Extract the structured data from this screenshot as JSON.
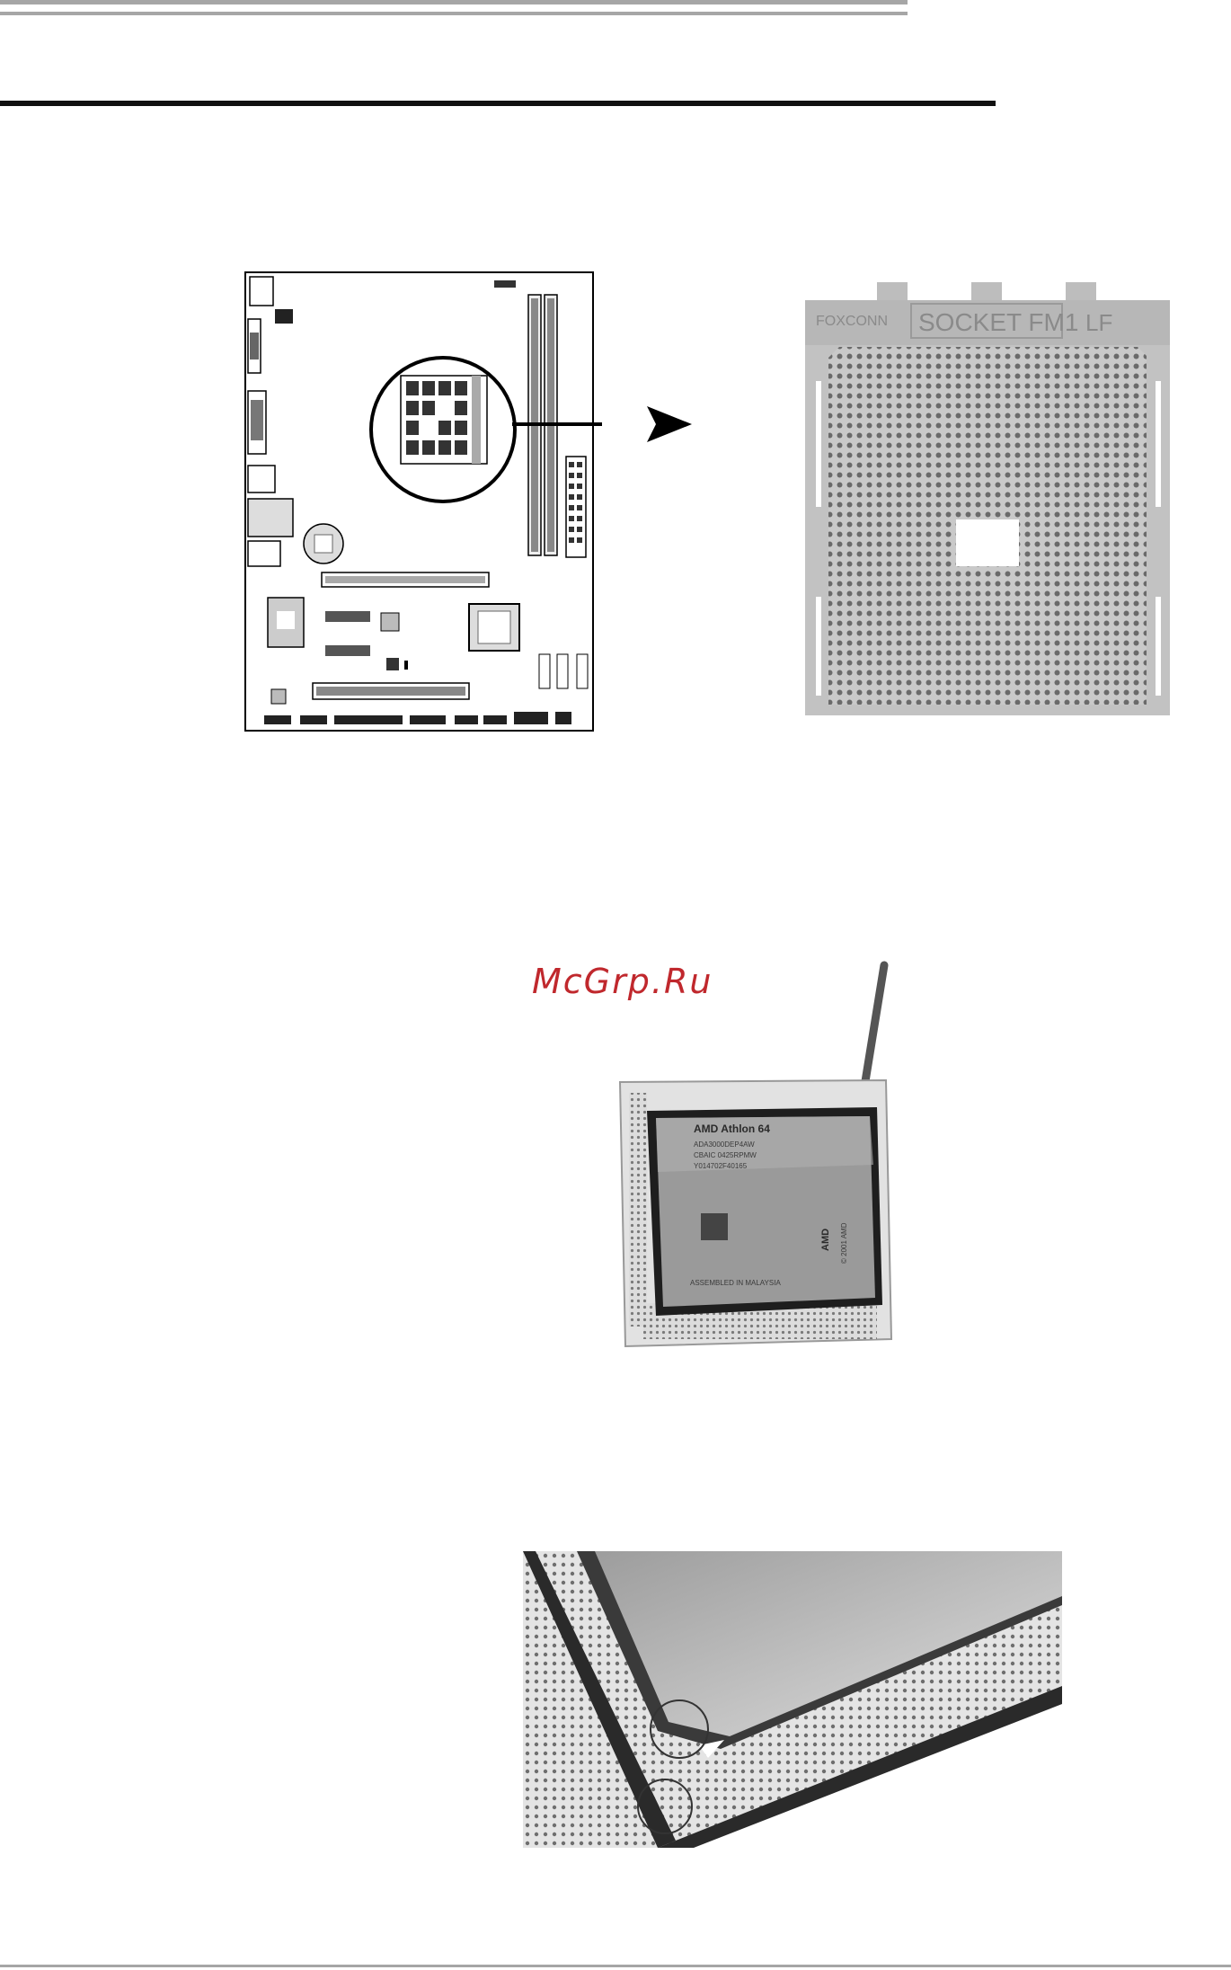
{
  "watermark": {
    "text": "McGrp.Ru"
  },
  "socket_photo": {
    "label_brand": "FOXCONN",
    "label_model": "SOCKET FM1",
    "label_code": "LF"
  },
  "cpu_photo": {
    "line1": "AMD Athlon 64",
    "line2": "ADA3000DEP4AW",
    "line3": "CBAIC 0425RPMW",
    "line4": "Y014702F40165",
    "brand_side": "AMD",
    "copyright_side": "© 2001 AMD",
    "assembly": "ASSEMBLED IN MALAYSIA"
  },
  "colors": {
    "rule_gray": "#a6a6a6",
    "rule_black": "#111111",
    "watermark_red": "#c0282d"
  }
}
